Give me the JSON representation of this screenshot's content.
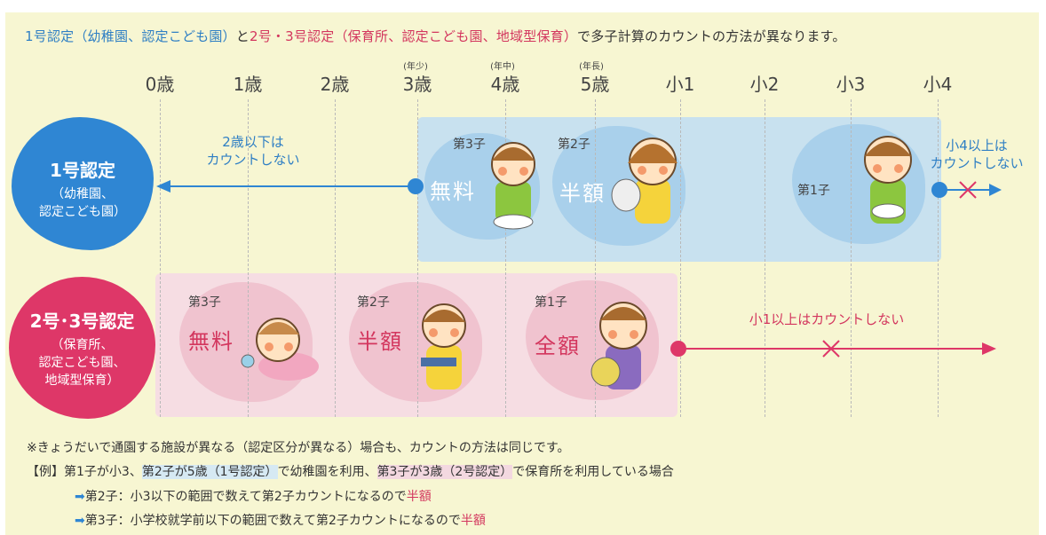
{
  "header": {
    "part1": "1号認定（幼稚園、認定こども園）",
    "part2": "と",
    "part3": "2号・3号認定（保育所、認定こども園、地域型保育）",
    "part4": "で多子計算のカウントの方法が異なります。"
  },
  "ages": [
    {
      "label": "0歳",
      "sub": ""
    },
    {
      "label": "1歳",
      "sub": ""
    },
    {
      "label": "2歳",
      "sub": ""
    },
    {
      "label": "3歳",
      "sub": "(年少)"
    },
    {
      "label": "4歳",
      "sub": "(年中)"
    },
    {
      "label": "5歳",
      "sub": "(年長)"
    },
    {
      "label": "小1",
      "sub": ""
    },
    {
      "label": "小2",
      "sub": ""
    },
    {
      "label": "小3",
      "sub": ""
    },
    {
      "label": "小4",
      "sub": ""
    }
  ],
  "cat1": {
    "name": "1号認定",
    "desc1": "（幼稚園、",
    "desc2": "認定こども園）",
    "note_left_1": "2歳以下は",
    "note_left_2": "カウントしない",
    "note_right_1": "小4以上は",
    "note_right_2": "カウントしない",
    "children": [
      {
        "order": "第3子",
        "fee": "無料"
      },
      {
        "order": "第2子",
        "fee": "半額"
      },
      {
        "order": "第1子",
        "fee": ""
      }
    ]
  },
  "cat2": {
    "name": "2号･3号認定",
    "desc1": "（保育所、",
    "desc2": "認定こども園、",
    "desc3": "地域型保育）",
    "note_right": "小1以上はカウントしない",
    "children": [
      {
        "order": "第3子",
        "fee": "無料"
      },
      {
        "order": "第2子",
        "fee": "半額"
      },
      {
        "order": "第1子",
        "fee": "全額"
      }
    ]
  },
  "footer": {
    "line1": "※きょうだいで通園する施設が異なる（認定区分が異なる）場合も、カウントの方法は同じです。",
    "line2_a": "【例】第1子が小3、",
    "line2_b": "第2子が5歳（1号認定）",
    "line2_c": "で幼稚園を利用、",
    "line2_d": "第3子が3歳（2号認定）",
    "line2_e": "で保育所を利用している場合",
    "line3_a": "第2子：小3以下の範囲で数えて第2子カウントになるので",
    "line3_b": "半額",
    "line4_a": "第3子：小学校就学前以下の範囲で数えて第2子カウントになるので",
    "line4_b": "半額"
  },
  "colors": {
    "blue": "#2f86d3",
    "pink": "#de3768",
    "band_blue": "#c8e1ef",
    "band_pink": "#f6dde3",
    "background": "#f7f6d2"
  }
}
